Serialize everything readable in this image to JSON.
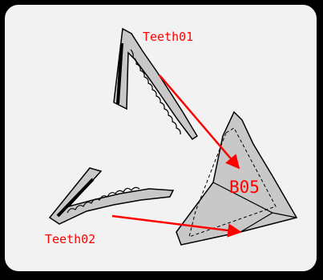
{
  "diagram": {
    "labels": {
      "teeth_top": "Teeth01",
      "teeth_bottom": "Teeth02",
      "piece": "B05"
    },
    "colors": {
      "background": "#000000",
      "panel": "#f2f2f2",
      "panel_border": "#000000",
      "part_fill": "#c8c8c8",
      "outline": "#000000",
      "label": "#ff0000",
      "arrow": "#ff0000"
    }
  }
}
